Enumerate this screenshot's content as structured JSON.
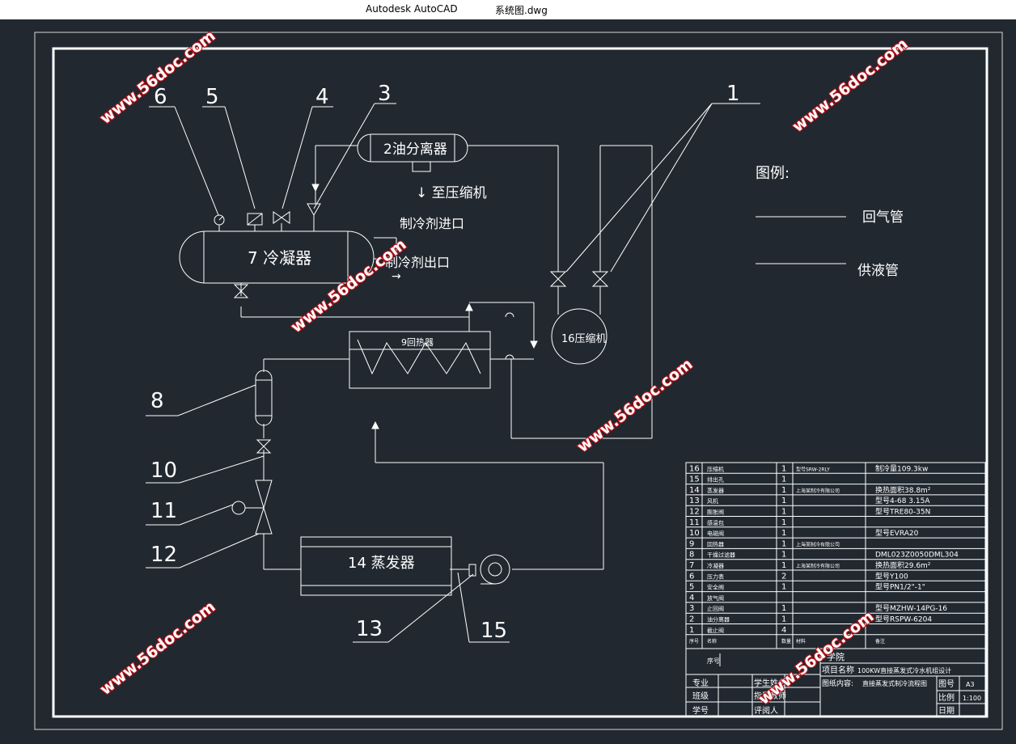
{
  "window": {
    "app": "Autodesk AutoCAD",
    "file": "系统图.dwg"
  },
  "callouts": [
    "6",
    "5",
    "4",
    "3",
    "1",
    "8",
    "10",
    "11",
    "12",
    "13",
    "15"
  ],
  "components": {
    "oil_separator": "2油分离器",
    "condenser": "7 冷凝器",
    "compressor": "16压缩机",
    "regenerator": "9回热器",
    "evaporator": "14 蒸发器"
  },
  "annotations": {
    "to_compressor": "↓ 至压缩机",
    "refrigerant_in": "制冷剂进口",
    "refrigerant_out": "制冷剂出口",
    "arrow_out": "→"
  },
  "legend": {
    "title": "图例:",
    "items": [
      "回气管",
      "供液管"
    ]
  },
  "watermark": "www.56doc.com",
  "parts_table": {
    "rows": [
      {
        "no": "16",
        "name": "压缩机",
        "qty": "1",
        "spec": "型号SRW-2RLY",
        "remark": "制冷量109.3kw"
      },
      {
        "no": "15",
        "name": "排出孔",
        "qty": "1",
        "spec": "",
        "remark": ""
      },
      {
        "no": "14",
        "name": "蒸发器",
        "qty": "1",
        "spec": "上海某制冷有限公司",
        "remark": "换热面积38.8m²"
      },
      {
        "no": "13",
        "name": "风机",
        "qty": "1",
        "spec": "",
        "remark": "型号4-68 3.15A"
      },
      {
        "no": "12",
        "name": "膨胀阀",
        "qty": "1",
        "spec": "",
        "remark": "型号TRE80-35N"
      },
      {
        "no": "11",
        "name": "感温包",
        "qty": "1",
        "spec": "",
        "remark": ""
      },
      {
        "no": "10",
        "name": "电磁阀",
        "qty": "1",
        "spec": "",
        "remark": "型号EVRA20"
      },
      {
        "no": "9",
        "name": "回热器",
        "qty": "1",
        "spec": "上海某制冷有限公司",
        "remark": ""
      },
      {
        "no": "8",
        "name": "干燥过滤器",
        "qty": "1",
        "spec": "",
        "remark": "DML023Z0050DML304"
      },
      {
        "no": "7",
        "name": "冷凝器",
        "qty": "1",
        "spec": "上海某制冷有限公司",
        "remark": "换热面积29.6m²"
      },
      {
        "no": "6",
        "name": "压力表",
        "qty": "2",
        "spec": "",
        "remark": "型号Y100"
      },
      {
        "no": "5",
        "name": "安全阀",
        "qty": "1",
        "spec": "",
        "remark": "型号PN1/2\"-1\""
      },
      {
        "no": "4",
        "name": "放气阀",
        "qty": "",
        "spec": "",
        "remark": ""
      },
      {
        "no": "3",
        "name": "止回阀",
        "qty": "1",
        "spec": "",
        "remark": "型号MZHW-14PG-16"
      },
      {
        "no": "2",
        "name": "油分离器",
        "qty": "1",
        "spec": "",
        "remark": "型号RSPW-6204"
      },
      {
        "no": "1",
        "name": "截止阀",
        "qty": "4",
        "spec": "",
        "remark": ""
      }
    ],
    "header": {
      "no": "序号",
      "name": "名称",
      "qty": "数量",
      "spec": "材料",
      "remark": "备注"
    }
  },
  "title_block": {
    "school_label": "学院",
    "project_label": "项目名称",
    "project_value": "100KW直接蒸发式冷水机组设计",
    "drawing_label": "图纸内容:",
    "drawing_value": "直接蒸发式制冷流程图",
    "fig_label": "图号",
    "fig_value": "A3",
    "scale_label": "比例",
    "scale_value": "1:100",
    "date_label": "日期",
    "major_label": "专业",
    "class_label": "班级",
    "id_label": "学号",
    "student_label": "学生姓名",
    "advisor_label": "指导教师",
    "reviewer_label": "评阅人",
    "seq_label": "序号"
  }
}
